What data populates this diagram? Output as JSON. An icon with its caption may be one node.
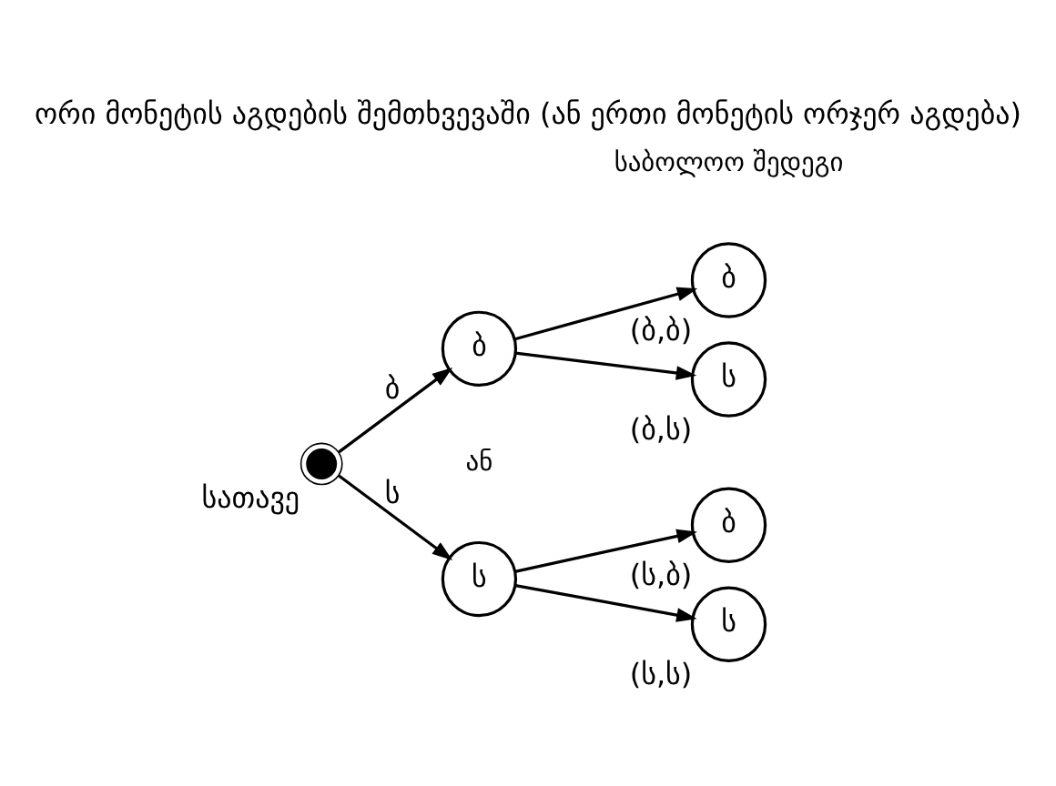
{
  "diagram": {
    "title": "ორი მონეტის აგდების შემთხვევაში (ან ერთი მონეტის ორჯერ აგდება)",
    "nodes": [
      {
        "text": [],
        "shape": "circle",
        "beside": [
          "სათავე"
        ]
      },
      {
        "text": [
          "ბ"
        ]
      },
      {
        "text": [
          "ს"
        ]
      },
      {
        "text": [
          "ბ"
        ],
        "beside": [
          "(ბ,ბ)"
        ]
      },
      {
        "text": [
          "ს"
        ],
        "beside": [
          "(ბ,ს)"
        ]
      },
      {
        "text": [
          "ბ"
        ],
        "beside": [
          "(ს,ბ)"
        ]
      },
      {
        "text": [
          "ს"
        ],
        "beside": [
          "(ს,ს)"
        ]
      }
    ],
    "edges": [
      {
        "from": 0,
        "to": 1,
        "arrow": "to",
        "label": "ბ"
      },
      {
        "from": 0,
        "to": 2,
        "arrow": "to",
        "label": "ს"
      },
      {
        "from": 1,
        "to": 3,
        "arrow": "to"
      },
      {
        "from": 1,
        "to": 4,
        "arrow": "to"
      },
      {
        "from": 2,
        "to": 5,
        "arrow": "to"
      },
      {
        "from": 2,
        "to": 6,
        "arrow": "to"
      }
    ],
    "labels": [
      "საბოლოო შედეგი",
      "ან"
    ]
  }
}
